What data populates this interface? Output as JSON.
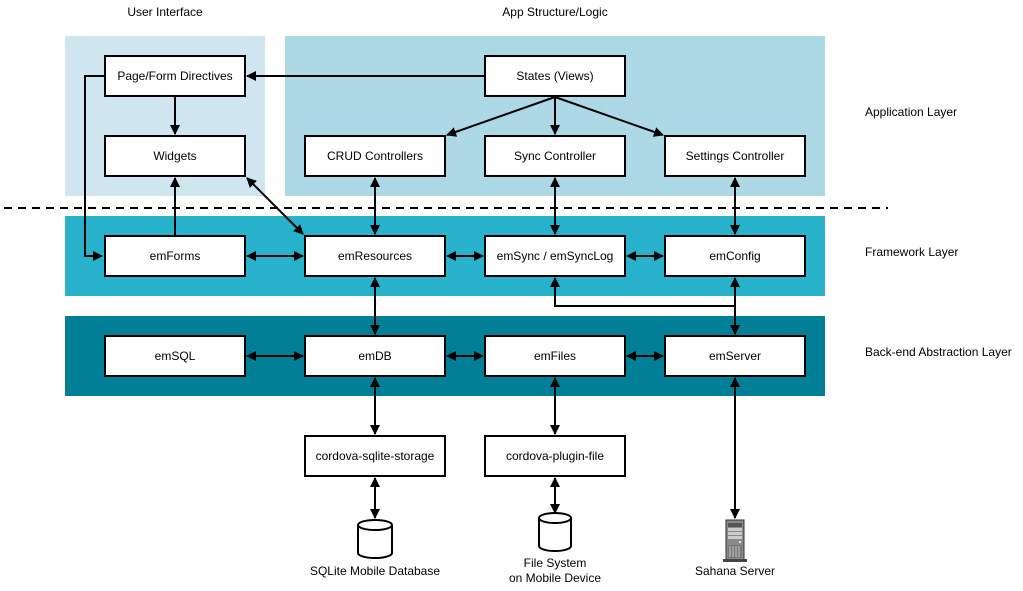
{
  "column_headers": {
    "user_interface": "User Interface",
    "app_structure": "App Structure/Logic"
  },
  "layers": {
    "application": "Application Layer",
    "framework": "Framework Layer",
    "backend": "Back-end Abstraction Layer"
  },
  "colors": {
    "ui_panel": "#cfe6f0",
    "app_panel": "#add8e6",
    "framework_band": "#29b2cc",
    "backend_band": "#007f97"
  },
  "nodes": {
    "page_form_directives": "Page/Form Directives",
    "states_views": "States (Views)",
    "widgets": "Widgets",
    "crud_controllers": "CRUD Controllers",
    "sync_controller": "Sync Controller",
    "settings_controller": "Settings Controller",
    "emforms": "emForms",
    "emresources": "emResources",
    "emsync": "emSync / emSyncLog",
    "emconfig": "emConfig",
    "emsql": "emSQL",
    "emdb": "emDB",
    "emfiles": "emFiles",
    "emserver": "emServer",
    "cordova_sqlite": "cordova-sqlite-storage",
    "cordova_file": "cordova-plugin-file"
  },
  "endpoints": {
    "sqlite_db": "SQLite Mobile Database",
    "file_system_line1": "File System",
    "file_system_line2": "on Mobile Device",
    "sahana_server": "Sahana Server"
  },
  "icons": {
    "sqlite_db": "database-cylinder-icon",
    "file_system": "database-cylinder-icon",
    "sahana_server": "server-tower-icon"
  }
}
